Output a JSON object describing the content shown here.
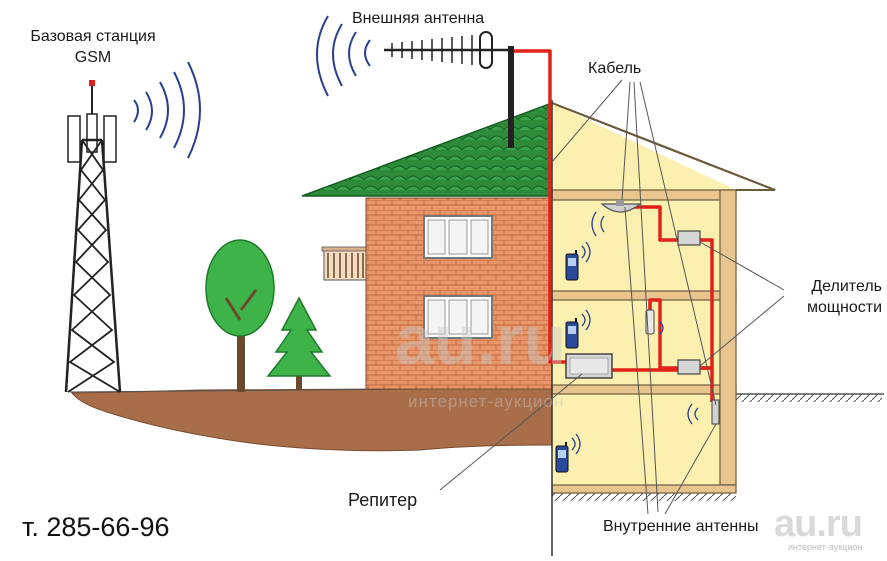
{
  "labels": {
    "base_station_line1": "Базовая станция",
    "base_station_line2": "GSM",
    "external_antenna": "Внешняя антенна",
    "cable": "Кабель",
    "indoor_antennas": "Внутренние антенны",
    "splitter_line1": "Делитель",
    "splitter_line2": "мощности",
    "repeater": "Репитер",
    "phone": "т. 285-66-96"
  },
  "logo": {
    "main": "au.ru",
    "sub": "интернет-аукцион"
  },
  "watermark": {
    "main": "au.ru",
    "sub": "интернет-аукцион"
  },
  "colors": {
    "cable": "#e32119",
    "brick": "#e8956a",
    "roof": "#2e8b3a",
    "interior": "#fbf0b0",
    "ground": "#a86e49",
    "tree": "#2ea836"
  }
}
